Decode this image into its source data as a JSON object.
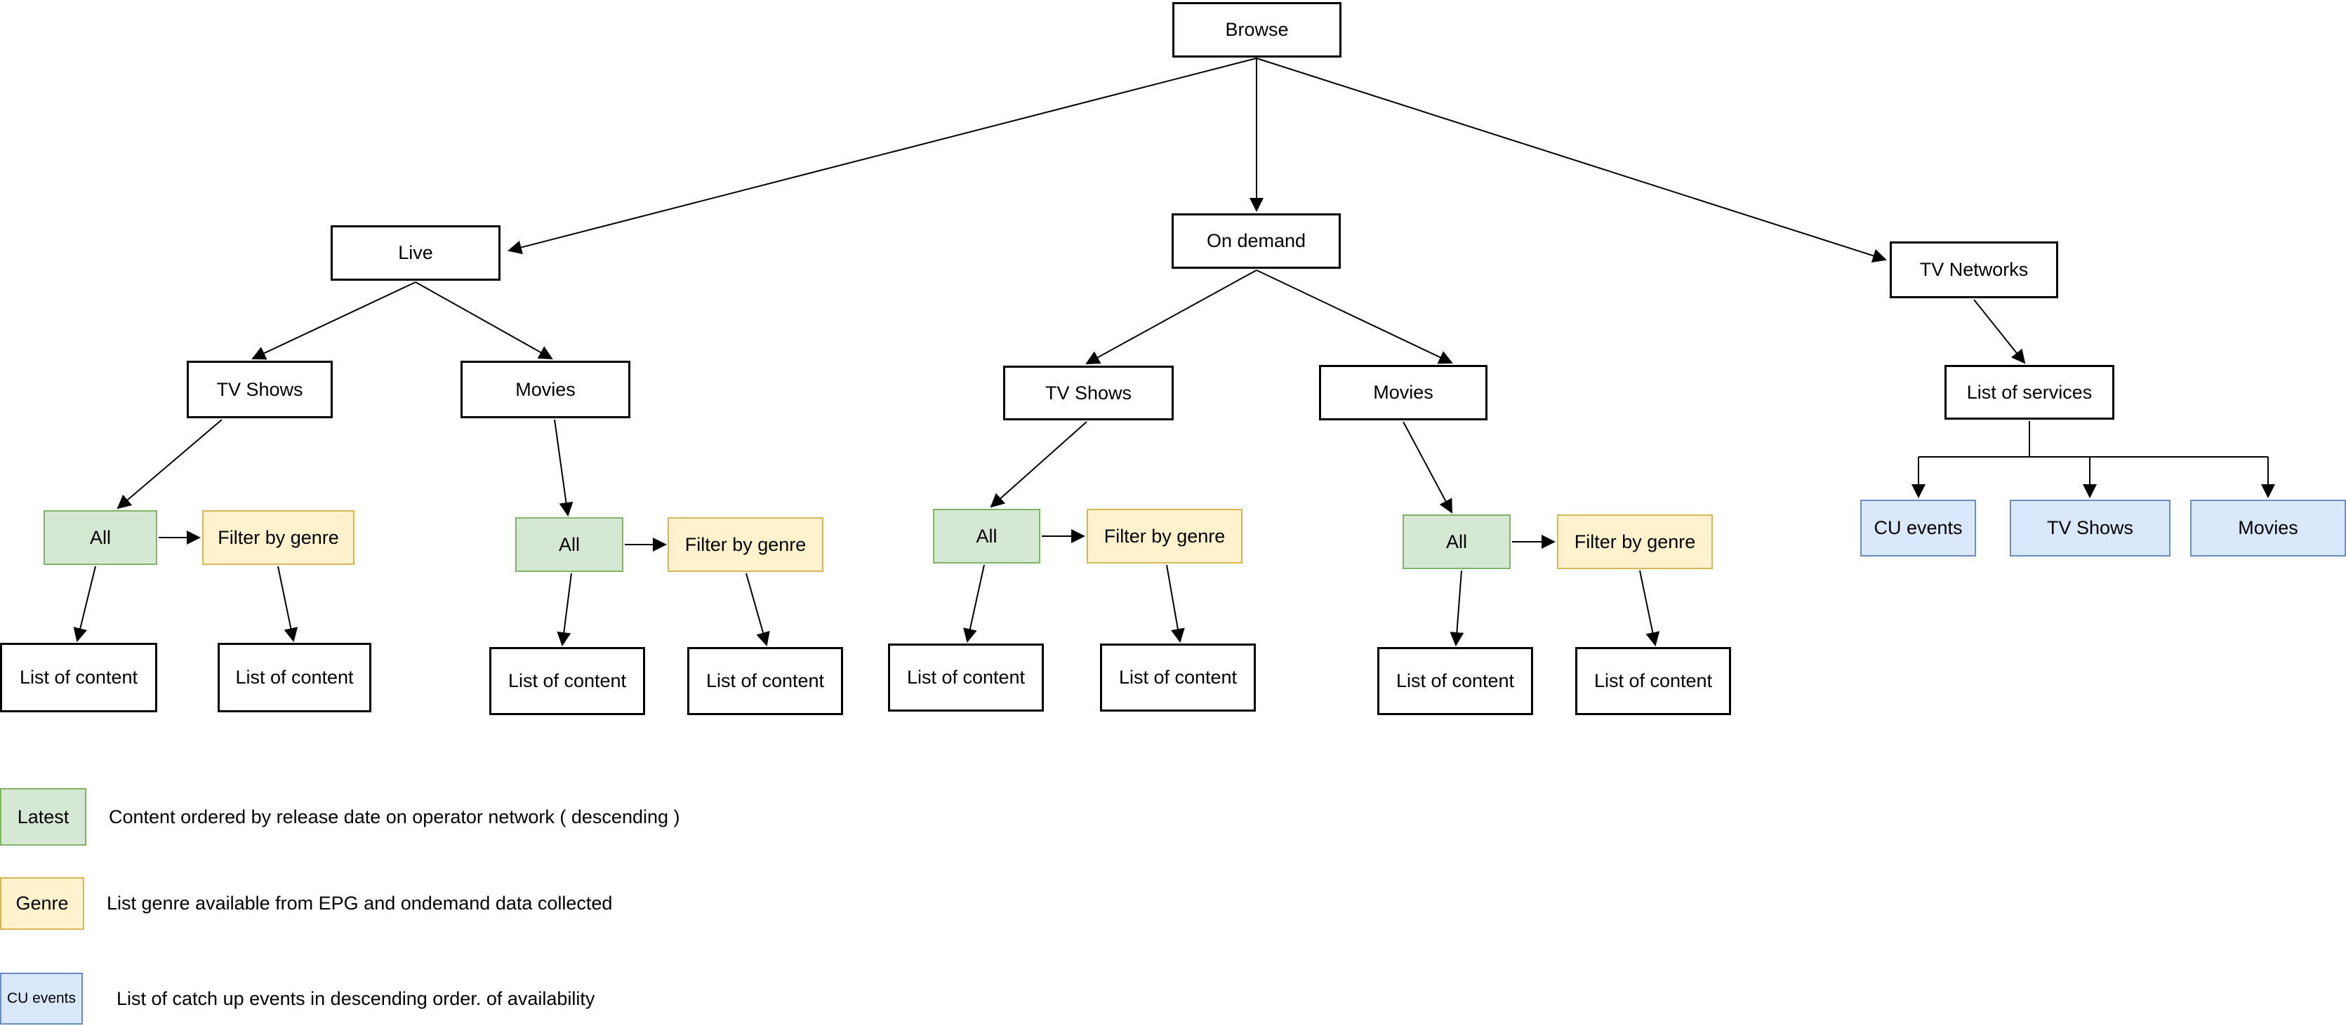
{
  "nodes": {
    "browse": "Browse",
    "live": "Live",
    "on_demand": "On demand",
    "tv_networks": "TV Networks",
    "live_tv_shows": "TV Shows",
    "live_movies": "Movies",
    "od_tv_shows": "TV Shows",
    "od_movies": "Movies",
    "list_of_services": "List of services",
    "live_tv_all": "All",
    "live_tv_filter": "Filter by genre",
    "live_mv_all": "All",
    "live_mv_filter": "Filter by genre",
    "od_tv_all": "All",
    "od_tv_filter": "Filter by genre",
    "od_mv_all": "All",
    "od_mv_filter": "Filter by genre",
    "net_cu_events": "CU events",
    "net_tv_shows": "TV Shows",
    "net_movies": "Movies",
    "loc1": "List of content",
    "loc2": "List of content",
    "loc3": "List of content",
    "loc4": "List of content",
    "loc5": "List of content",
    "loc6": "List of content",
    "loc7": "List of content",
    "loc8": "List of content"
  },
  "legend": {
    "items": [
      {
        "swatch": "Latest",
        "color": "green",
        "description": "Content ordered by release date on operator network ( descending )"
      },
      {
        "swatch": "Genre",
        "color": "yellow",
        "description": "List genre available from EPG and ondemand data collected"
      },
      {
        "swatch": "CU events",
        "color": "blue",
        "description": "List of catch up events in descending order. of availability"
      }
    ]
  },
  "colors": {
    "green_fill": "#d5e8d4",
    "green_border": "#82b366",
    "yellow_fill": "#fff2cc",
    "yellow_border": "#d6b656",
    "blue_fill": "#dae8fc",
    "blue_border": "#6c8ebf",
    "box_border": "#000000",
    "edge": "#000000",
    "background": "#ffffff"
  }
}
